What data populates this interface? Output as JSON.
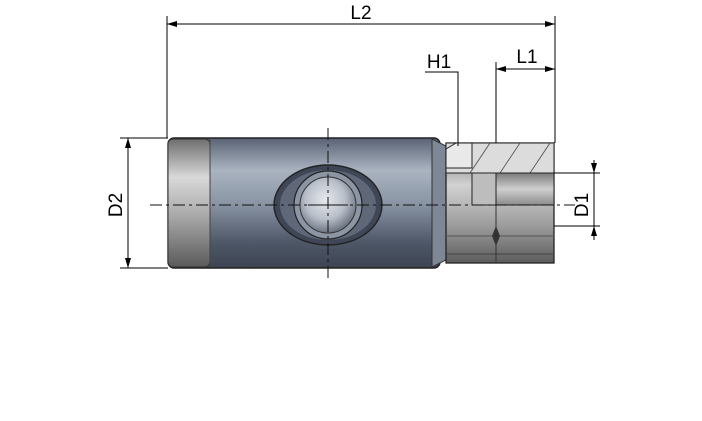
{
  "dimensions": {
    "l2": "L2",
    "l1": "L1",
    "h1": "H1",
    "d2": "D2",
    "d1": "D1"
  },
  "colors": {
    "body_dark": "#4d5566",
    "body_mid": "#8d99a8",
    "body_light": "#c8d0da",
    "ring": "#b9b9b9",
    "hex": "#a8a8a8",
    "section": "#d6d6d6"
  }
}
